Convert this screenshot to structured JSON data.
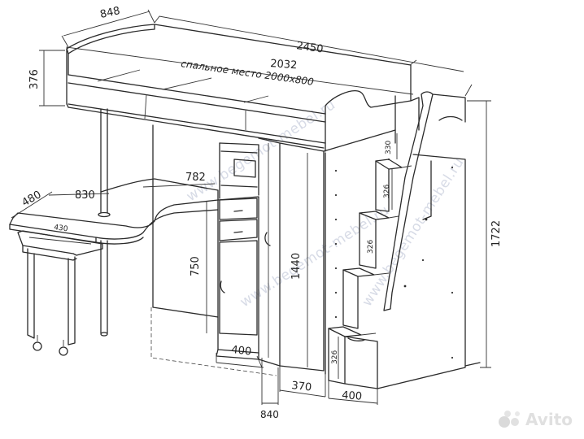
{
  "drawing": {
    "sleeping_area_label": "спальное место 2000х800",
    "dimensions": {
      "overall_length": "2450",
      "bed_length": "2032",
      "depth": "848",
      "bed_side_height": "376",
      "desk_width": "480",
      "desk_depth": "830",
      "desk_top_small": "430",
      "cabinet_width": "782",
      "desk_height": "750",
      "wardrobe_height": "1440",
      "total_height": "1722",
      "cabinet_base": "400",
      "wardrobe_depth": "370",
      "stairs_width": "400",
      "base_length": "840",
      "step_1": "330",
      "step_2": "326",
      "step_3": "326",
      "step_4": "326"
    }
  },
  "watermarks": {
    "text_1": "www.begemot-mebel.ru",
    "text_2": "www.begemot-mebel.ru",
    "text_3": "www.begemot-mebel.ru"
  },
  "logo": {
    "text": "Avito",
    "icon": "avito-dots-icon"
  }
}
